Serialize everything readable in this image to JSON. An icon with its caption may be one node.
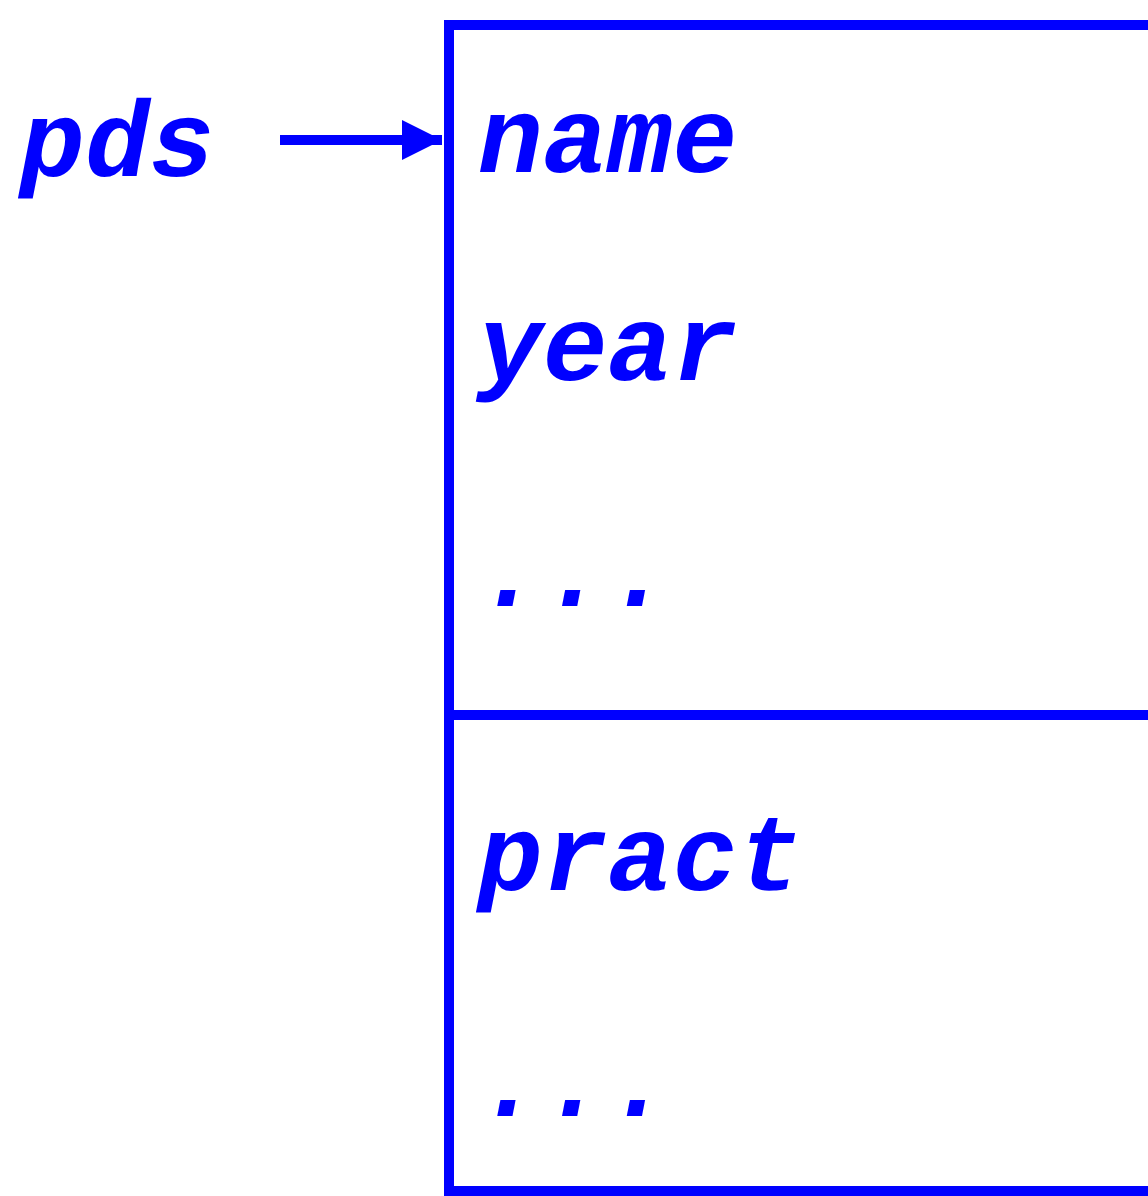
{
  "diagram": {
    "nodes": [
      {
        "text": [
          "pds"
        ]
      },
      {
        "text": [
          "name",
          "year",
          "..."
        ]
      },
      {
        "text": [
          "pract",
          "..."
        ]
      }
    ],
    "edges": [
      {
        "from": 0,
        "to": 1,
        "arrow": "to"
      }
    ]
  }
}
